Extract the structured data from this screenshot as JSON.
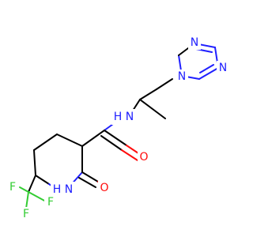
{
  "molecule": {
    "atoms": {
      "n_tz1": "N",
      "n_tz2": "N",
      "n_tz4": "N",
      "n_amide": "N",
      "h_amide": "H",
      "o_amide": "O",
      "o_lactam": "O",
      "n_lactam": "N",
      "h_lactam": "H",
      "f1": "F",
      "f2": "F",
      "f3": "F"
    },
    "colors": {
      "carbon_bond": "#000000",
      "nitrogen": "#2020ff",
      "oxygen": "#ff0d0d",
      "fluorine": "#33cc33"
    }
  }
}
